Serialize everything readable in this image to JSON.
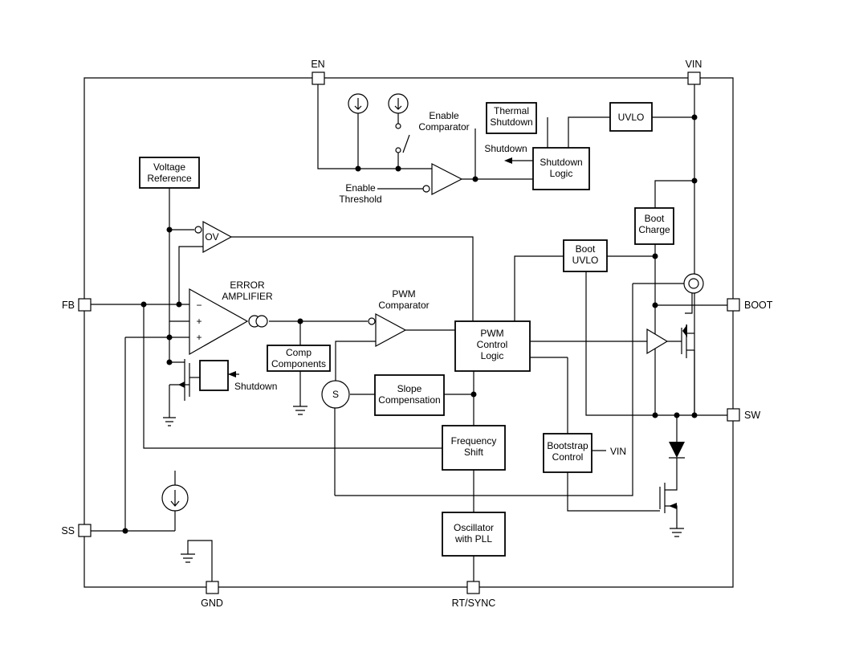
{
  "pins": {
    "en": "EN",
    "vin": "VIN",
    "fb": "FB",
    "boot": "BOOT",
    "sw": "SW",
    "ss": "SS",
    "gnd": "GND",
    "rt_sync": "RT/SYNC"
  },
  "blocks": {
    "voltage_reference": [
      "Voltage",
      "Reference"
    ],
    "thermal_shutdown": [
      "Thermal",
      "Shutdown"
    ],
    "uvlo": "UVLO",
    "shutdown_logic": [
      "Shutdown",
      "Logic"
    ],
    "boot_charge": [
      "Boot",
      "Charge"
    ],
    "boot_uvlo": [
      "Boot",
      "UVLO"
    ],
    "pwm_control_logic": [
      "PWM",
      "Control",
      "Logic"
    ],
    "comp_components": [
      "Comp",
      "Components"
    ],
    "slope_compensation": [
      "Slope",
      "Compensation"
    ],
    "frequency_shift": [
      "Frequency",
      "Shift"
    ],
    "bootstrap_control": [
      "Bootstrap",
      "Control"
    ],
    "oscillator_pll": [
      "Oscillator",
      "with PLL"
    ]
  },
  "labels": {
    "enable_comparator": [
      "Enable",
      "Comparator"
    ],
    "enable_threshold": [
      "Enable",
      "Threshold"
    ],
    "shutdown_out": "Shutdown",
    "shutdown_ss": "Shutdown",
    "error_amplifier": [
      "ERROR",
      "AMPLIFIER"
    ],
    "pwm_comparator": [
      "PWM",
      "Comparator"
    ],
    "ov": "OV",
    "vin_bootstrap": "VIN",
    "sum_s": "S",
    "minus": "−",
    "plus1": "+",
    "plus2": "+"
  }
}
